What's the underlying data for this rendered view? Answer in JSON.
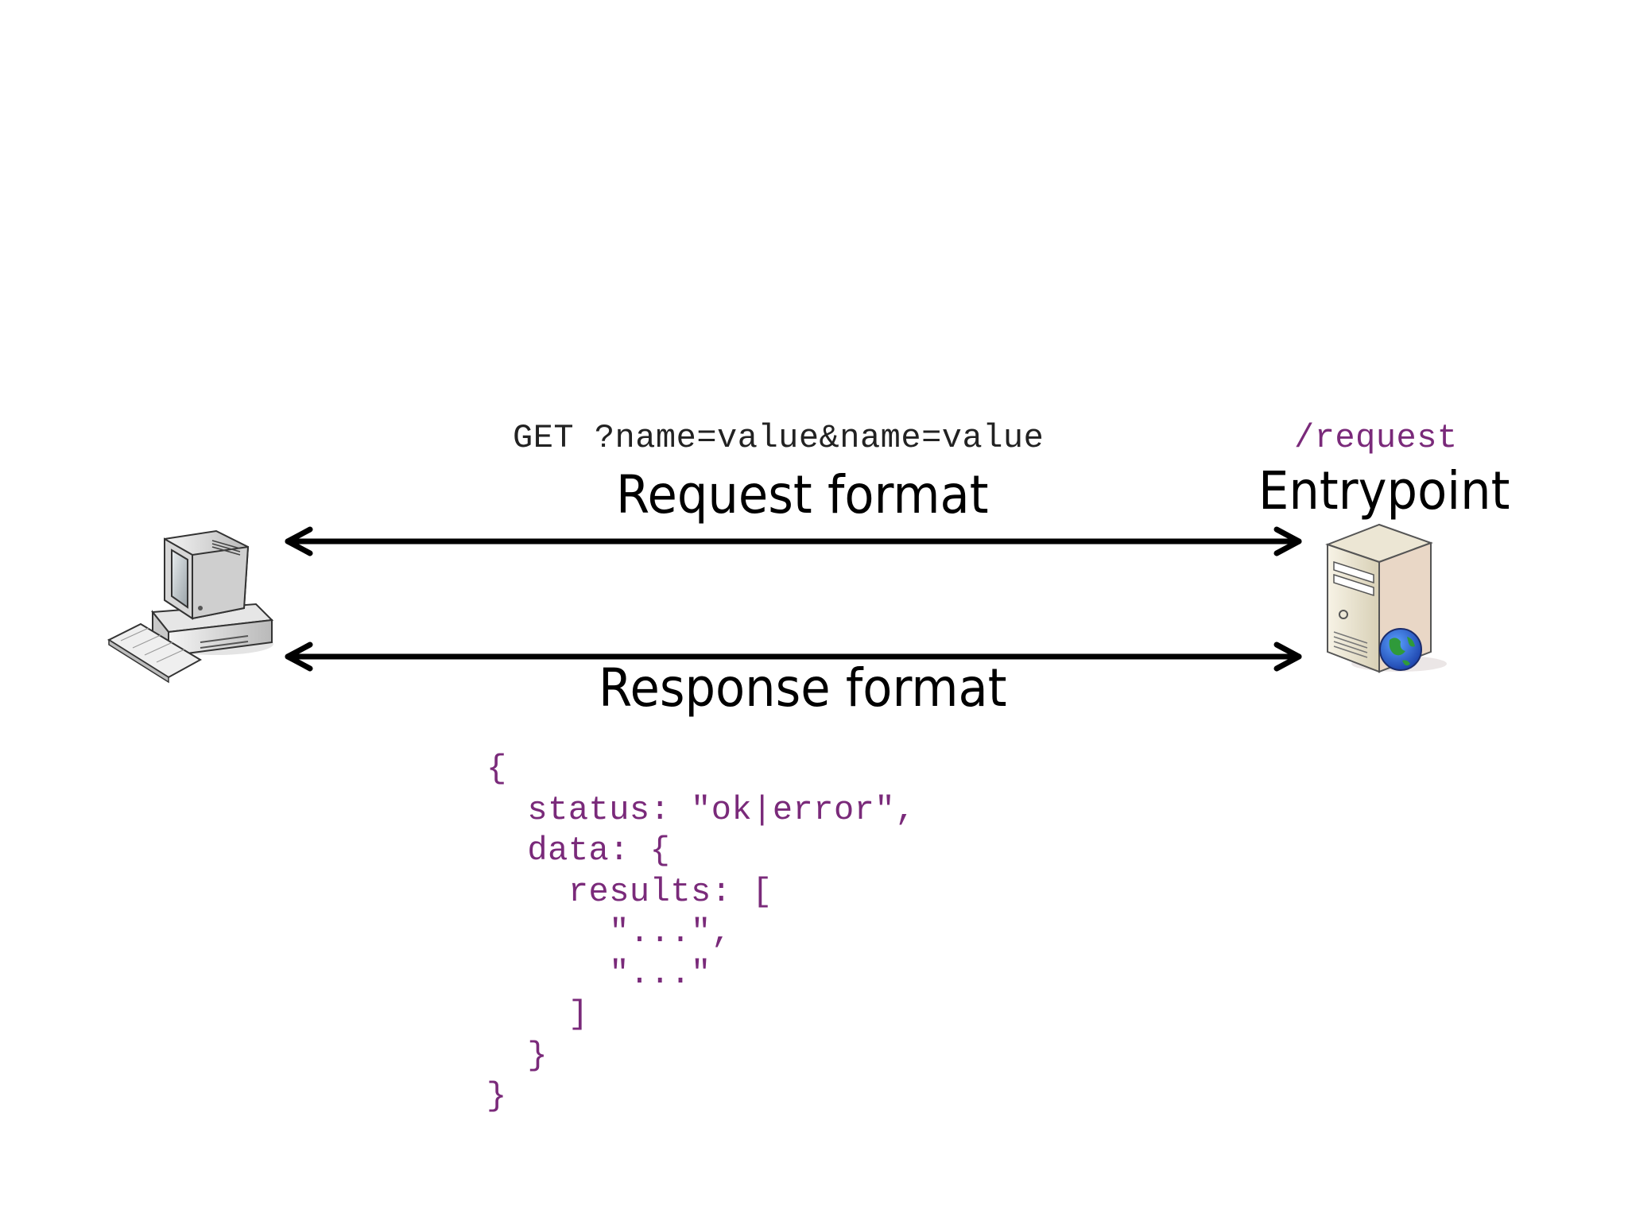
{
  "request": {
    "method_line": "GET ?name=value&name=value",
    "label": "Request format"
  },
  "endpoint": {
    "path": "/request",
    "label": "Entrypoint"
  },
  "response": {
    "label": "Response format",
    "json_lines": [
      "{",
      "  status: \"ok|error\",",
      "  data: {",
      "    results: [",
      "      \"...\",",
      "      \"...\"",
      "    ]",
      "  }",
      "}"
    ]
  },
  "icons": {
    "client": "desktop-computer-icon",
    "server": "web-server-icon"
  },
  "colors": {
    "code_accent": "#7a2a7a",
    "arrow": "#000000"
  }
}
